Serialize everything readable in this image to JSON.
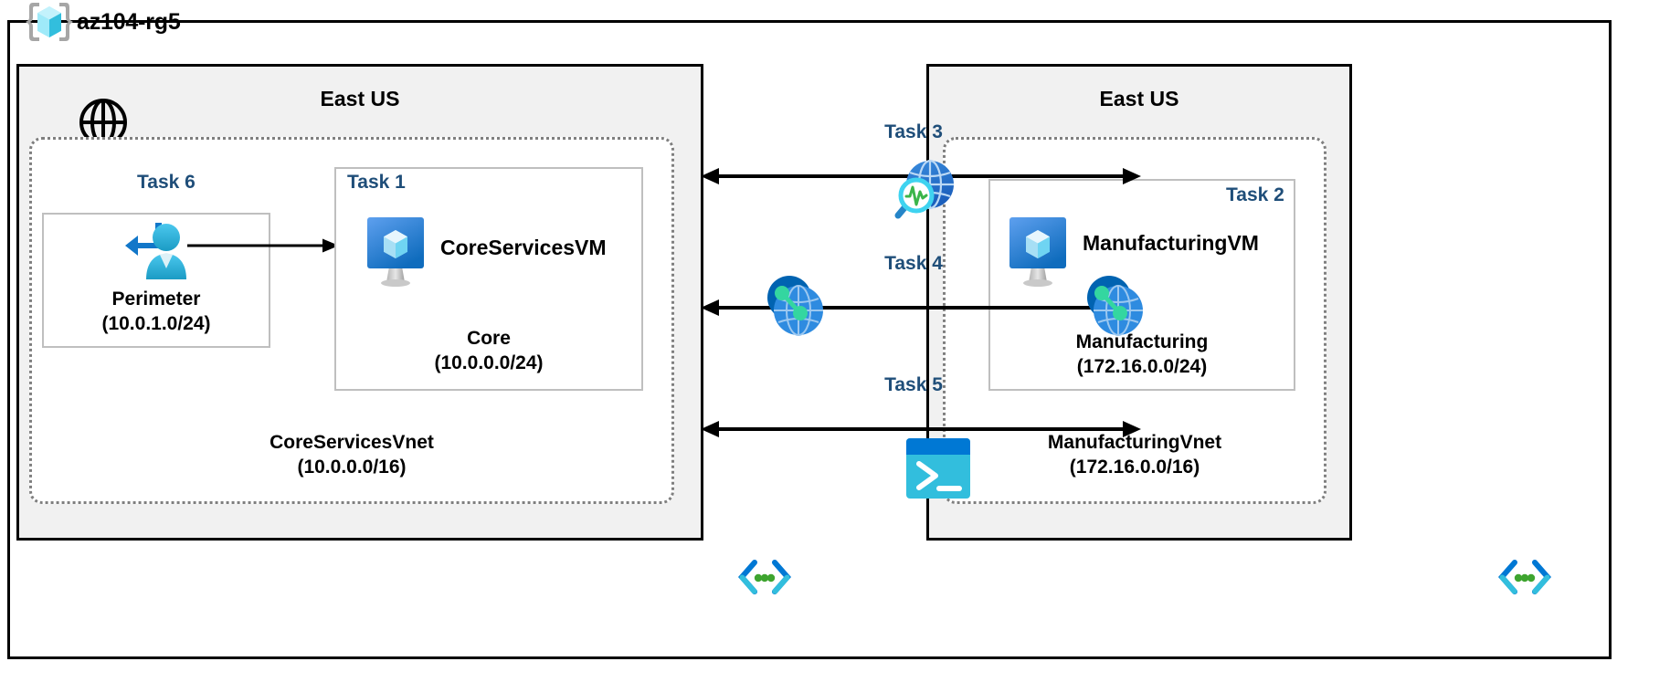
{
  "resource_group": {
    "name": "az104-rg5",
    "icon": "azure-resource-group-icon"
  },
  "regions": [
    {
      "id": "left",
      "title": "East US"
    },
    {
      "id": "right",
      "title": "East US"
    }
  ],
  "vnets": [
    {
      "id": "coreservices",
      "name": "CoreServicesVnet",
      "cidr": "(10.0.0.0/16)",
      "icon": "code-brackets-icon"
    },
    {
      "id": "manufacturing",
      "name": "ManufacturingVnet",
      "cidr": "(172.16.0.0/16)",
      "icon": "code-brackets-icon"
    }
  ],
  "subnets": [
    {
      "id": "perimeter",
      "task": "Task 6",
      "name": "Perimeter",
      "cidr": "(10.0.1.0/24)",
      "icon": "bastion-user-icon"
    },
    {
      "id": "core",
      "task": "Task 1",
      "name": "Core",
      "cidr": "(10.0.0.0/24)",
      "vm": "CoreServicesVM",
      "icon": "virtual-machine-icon"
    },
    {
      "id": "manufacturing",
      "task": "Task 2",
      "name": "Manufacturing",
      "cidr": "(172.16.0.0/24)",
      "vm": "ManufacturingVM",
      "icon": "virtual-machine-icon"
    }
  ],
  "connectors": [
    {
      "id": "task3",
      "label": "Task 3",
      "icon": "network-watcher-icon"
    },
    {
      "id": "task4",
      "label": "Task 4",
      "icon": "vnet-peering-icon"
    },
    {
      "id": "task5",
      "label": "Task 5",
      "icon": "cloud-shell-icon"
    }
  ],
  "internet": {
    "icon": "globe-internet-icon"
  },
  "colors": {
    "task_label": "#1F4E79",
    "region_fill": "#F1F1F1",
    "frame_stroke": "#000000",
    "vnet_stroke": "#7F7F7F",
    "subnet_stroke": "#BFBFBF",
    "azure_blue": "#0078D4",
    "cyan": "#32BEDD",
    "green_dot": "#3EA42F"
  }
}
